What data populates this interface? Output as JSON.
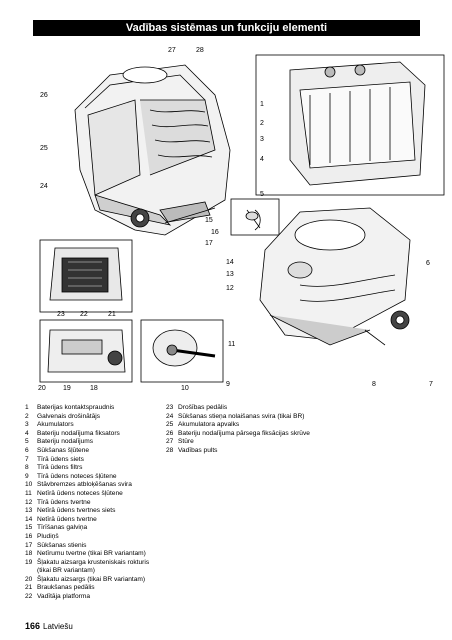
{
  "title": "Vadības sistēmas un funkciju elementi",
  "callouts": [
    {
      "n": "27"
    },
    {
      "n": "28"
    },
    {
      "n": "26"
    },
    {
      "n": "1"
    },
    {
      "n": "2"
    },
    {
      "n": "3"
    },
    {
      "n": "4"
    },
    {
      "n": "25"
    },
    {
      "n": "24"
    },
    {
      "n": "5"
    },
    {
      "n": "15"
    },
    {
      "n": "16"
    },
    {
      "n": "17"
    },
    {
      "n": "14"
    },
    {
      "n": "13"
    },
    {
      "n": "6"
    },
    {
      "n": "12"
    },
    {
      "n": "23"
    },
    {
      "n": "22"
    },
    {
      "n": "21"
    },
    {
      "n": "11"
    },
    {
      "n": "20"
    },
    {
      "n": "19"
    },
    {
      "n": "18"
    },
    {
      "n": "10"
    },
    {
      "n": "9"
    },
    {
      "n": "8"
    },
    {
      "n": "7"
    }
  ],
  "legend_left": [
    {
      "num": "1",
      "text": "Baterijas kontaktspraudnis"
    },
    {
      "num": "2",
      "text": "Galvenais drošinātājs"
    },
    {
      "num": "3",
      "text": "Akumulators"
    },
    {
      "num": "4",
      "text": "Bateriju nodalījuma fiksators"
    },
    {
      "num": "5",
      "text": "Bateriju nodalījums"
    },
    {
      "num": "6",
      "text": "Sūkšanas šļūtene"
    },
    {
      "num": "7",
      "text": "Tīrā ūdens siets"
    },
    {
      "num": "8",
      "text": "Tīrā ūdens filtrs"
    },
    {
      "num": "9",
      "text": "Tīrā ūdens noteces šļūtene"
    },
    {
      "num": "10",
      "text": "Stāvbremzes atbloķēšanas svira"
    },
    {
      "num": "11",
      "text": "Netīrā ūdens noteces šļūtene"
    },
    {
      "num": "12",
      "text": "Tīrā ūdens tvertne"
    },
    {
      "num": "13",
      "text": "Netīrā ūdens tvertnes siets"
    },
    {
      "num": "14",
      "text": "Netīrā ūdens tvertne"
    },
    {
      "num": "15",
      "text": "Tīrīšanas galviņa"
    },
    {
      "num": "16",
      "text": "Pludiņš"
    },
    {
      "num": "17",
      "text": "Sūkšanas stienis"
    },
    {
      "num": "18",
      "text": "Netīrumu tvertne (tikai BR variantam)"
    },
    {
      "num": "19",
      "text": "Šļakatu aizsarga krusteniskais rokturis (tikai BR variantam)"
    },
    {
      "num": "20",
      "text": "Šļakatu aizsargs (tikai BR variantam)"
    },
    {
      "num": "21",
      "text": "Braukšanas pedālis"
    },
    {
      "num": "22",
      "text": "Vadītāja platforma"
    }
  ],
  "legend_right": [
    {
      "num": "23",
      "text": "Drošības pedālis"
    },
    {
      "num": "24",
      "text": "Sūkšanas stieņa nolaišanas svira (tikai BR)"
    },
    {
      "num": "25",
      "text": "Akumulatora apvalks"
    },
    {
      "num": "26",
      "text": "Bateriju nodalījuma pārsega fiksācijas skrūve"
    },
    {
      "num": "27",
      "text": "Stūre"
    },
    {
      "num": "28",
      "text": "Vadības pults"
    }
  ],
  "footer": {
    "page": "166",
    "language": "Latviešu"
  }
}
